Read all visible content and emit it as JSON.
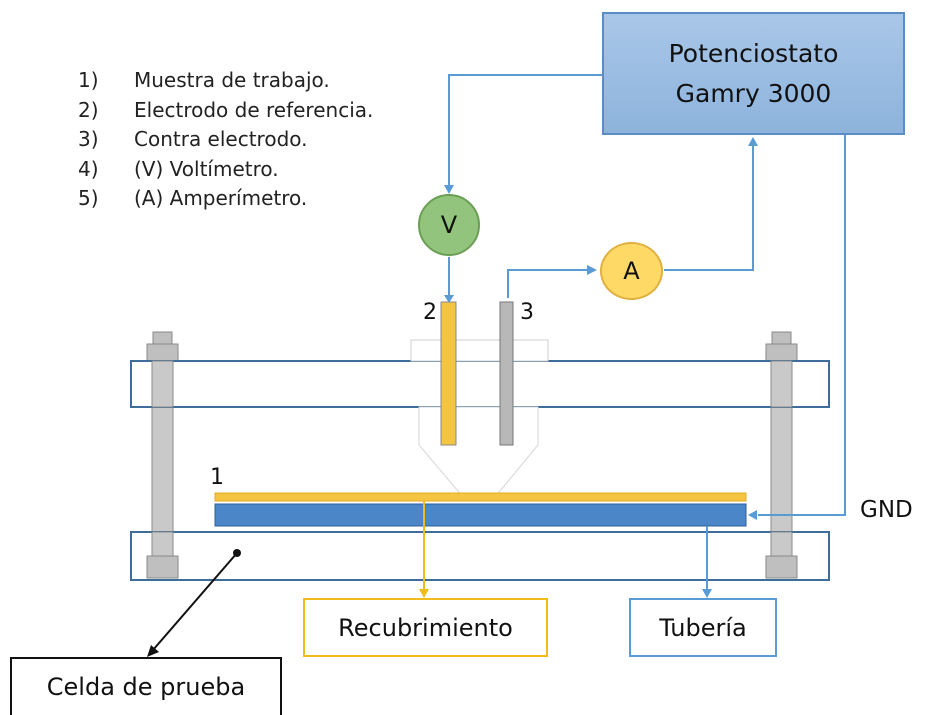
{
  "legend": [
    {
      "num": "1)",
      "text": "Muestra de trabajo."
    },
    {
      "num": "2)",
      "text": "Electrodo de referencia."
    },
    {
      "num": "3)",
      "text": "Contra electrodo."
    },
    {
      "num": "4)",
      "text": "(V) Voltímetro."
    },
    {
      "num": "5)",
      "text": "(A) Amperímetro."
    }
  ],
  "potenciostato": {
    "line1": "Potenciostato",
    "line2": "Gamry 3000"
  },
  "meters": {
    "voltmeter": "V",
    "ammeter": "A"
  },
  "labels": {
    "sample": "1",
    "reference": "2",
    "counter": "3",
    "ground": "GND"
  },
  "boxes": {
    "coating": "Recubrimiento",
    "pipe": "Tubería",
    "cell": "Celda de prueba"
  },
  "colors": {
    "wire": "#5b9bd5",
    "coating": "#f0bc1c",
    "pipe": "#4a86c8",
    "voltmeter": "#93c47d",
    "ammeter": "#ffd966",
    "potentiostat": "#9dbde3"
  }
}
